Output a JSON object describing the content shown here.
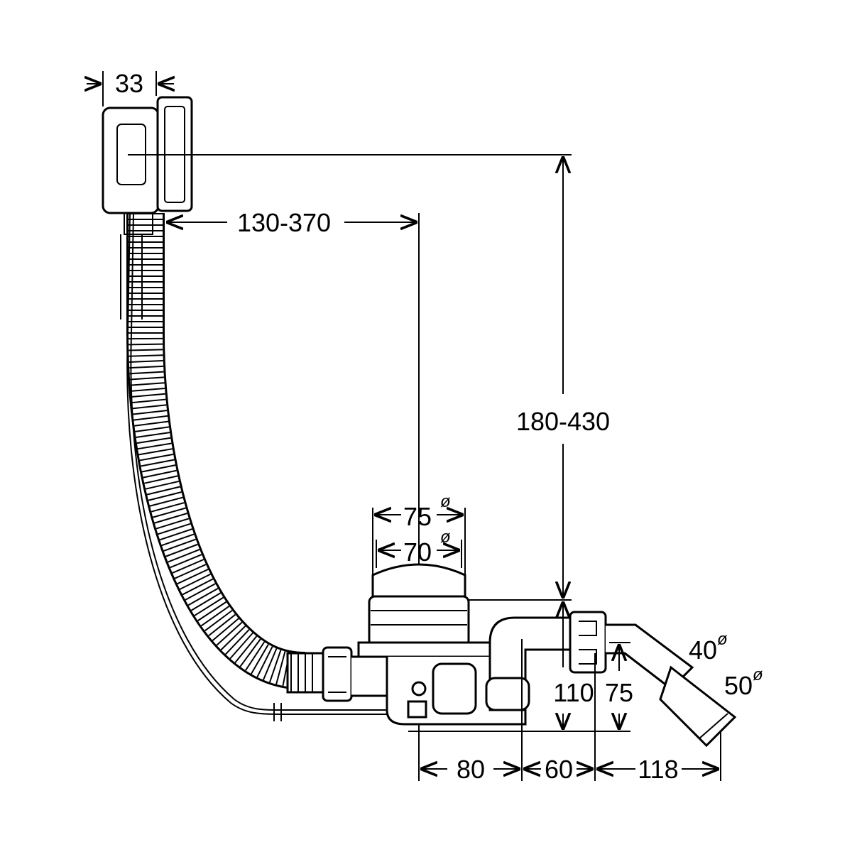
{
  "drawing": {
    "title": "Bath waste and overflow set dimension drawing",
    "dimensions": {
      "overflow_width": "33",
      "horizontal_range": "130-370",
      "vertical_range": "180-430",
      "outer_diameter": "75",
      "inner_diameter": "70",
      "outlet_diameter_small": "40",
      "outlet_diameter_large": "50",
      "trap_height": "110",
      "outlet_height": "75",
      "offset_1": "80",
      "offset_2": "60",
      "offset_3": "118"
    },
    "diameter_symbol": "ø"
  }
}
